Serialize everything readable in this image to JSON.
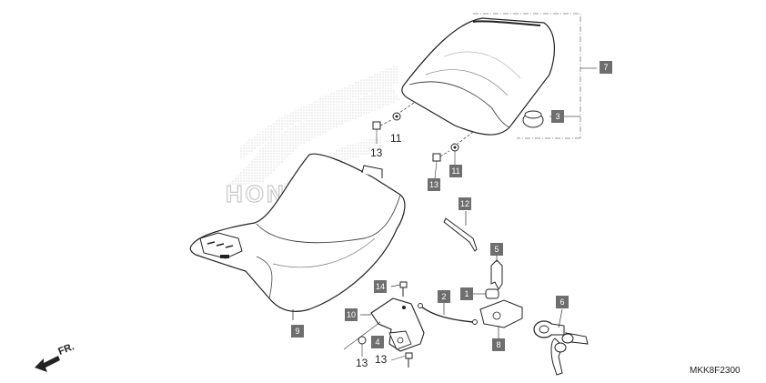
{
  "diagram": {
    "code": "MKK8F2300",
    "direction_label": "FR.",
    "callouts": {
      "c1": "1",
      "c2": "2",
      "c3": "3",
      "c4": "4",
      "c5": "5",
      "c6": "6",
      "c7": "7",
      "c8": "8",
      "c9": "9",
      "c10": "10",
      "c11b": "11",
      "c12": "12",
      "c13b": "13",
      "c14": "14"
    },
    "plain_labels": {
      "p11": "11",
      "p13a": "13",
      "p13b": "13",
      "p13c": "13"
    },
    "watermark": "HONDA"
  }
}
